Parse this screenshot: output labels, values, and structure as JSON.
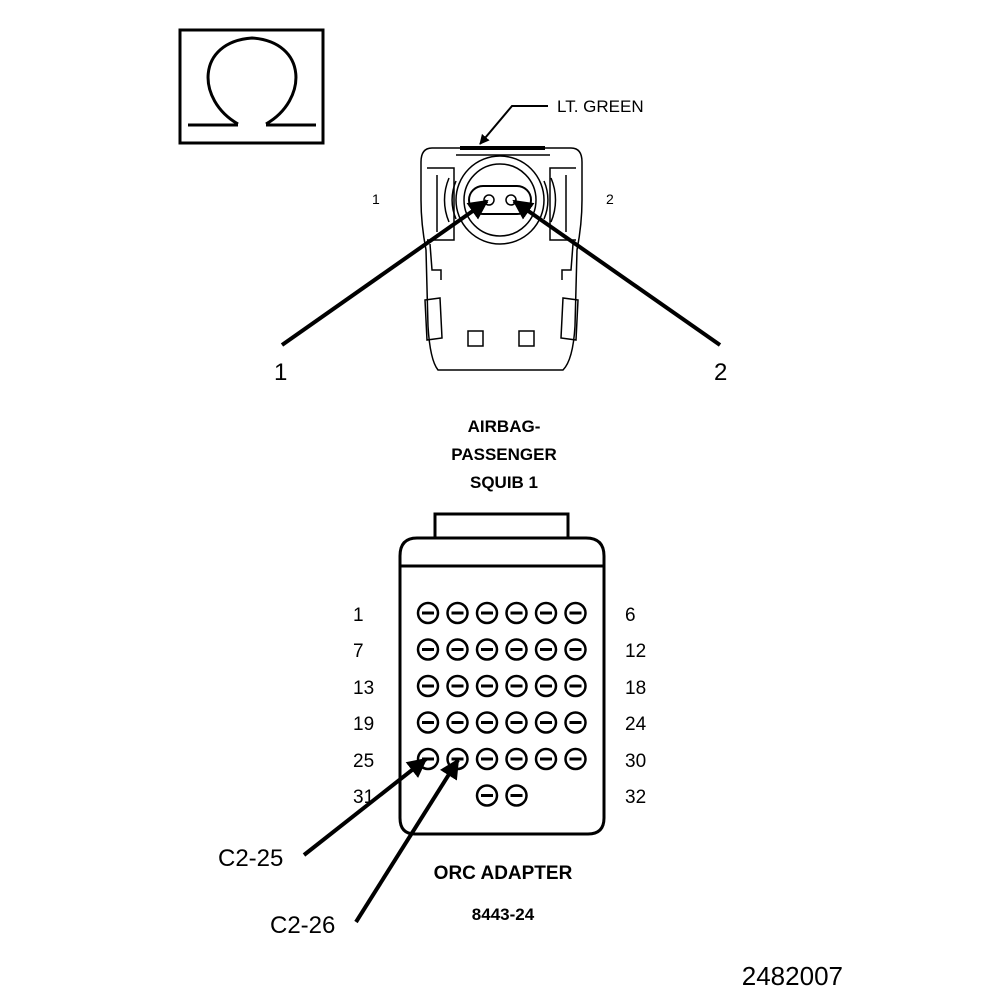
{
  "ohm_symbol": "Ω",
  "squib_connector": {
    "wire_color_label": "LT. GREEN",
    "pin_labels": {
      "left": "1",
      "right": "2"
    },
    "callouts": {
      "left": "1",
      "right": "2"
    },
    "title_lines": [
      "AIRBAG-",
      "PASSENGER",
      "SQUIB 1"
    ]
  },
  "orc_adapter": {
    "row_labels_left": [
      "1",
      "7",
      "13",
      "19",
      "25",
      "31"
    ],
    "row_labels_right": [
      "6",
      "12",
      "18",
      "24",
      "30",
      "32"
    ],
    "pins_per_row": [
      6,
      6,
      6,
      6,
      6,
      2
    ],
    "callouts": [
      "C2-25",
      "C2-26"
    ],
    "name": "ORC ADAPTER",
    "part_number": "8443-24"
  },
  "figure_id": "2482007"
}
